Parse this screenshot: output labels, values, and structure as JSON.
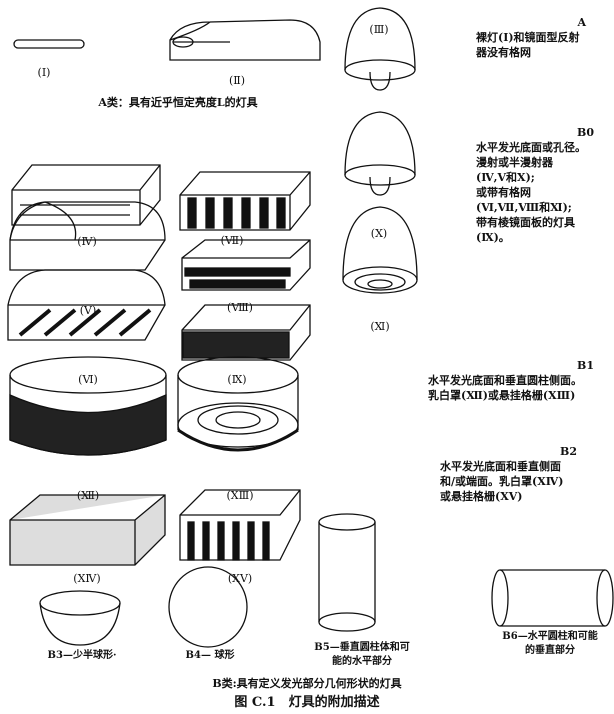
{
  "labels": {
    "I": "(Ⅰ)",
    "II": "(Ⅱ)",
    "III": "(Ⅲ)",
    "IV": "(Ⅳ)",
    "V": "(Ⅴ)",
    "VI": "(Ⅵ)",
    "VII": "(Ⅶ)",
    "VIII": "(Ⅷ)",
    "IX": "(Ⅸ)",
    "X": "(Ⅹ)",
    "XI": "(Ⅺ)",
    "XII": "(Ⅻ)",
    "XIII": "(XⅢ)",
    "XIV": "(XⅣ)",
    "XV": "(XⅤ)"
  },
  "class_a_caption": "A类：具有近乎恒定亮度L的灯具",
  "notes": {
    "A": {
      "code": "A",
      "lines": [
        "裸灯(Ⅰ)和镜面型反射",
        "器没有格网"
      ]
    },
    "B0": {
      "code": "B0",
      "lines": [
        "水平发光底面或孔径。",
        "漫射或半漫射器",
        "(Ⅳ,Ⅴ和Ⅹ);",
        "或带有格网",
        "(Ⅵ,Ⅶ,Ⅷ和Ⅺ);",
        "带有棱镜面板的灯具",
        "(Ⅸ)。"
      ]
    },
    "B1": {
      "code": "B1",
      "lines": [
        "水平发光底面和垂直圆柱侧面。",
        "乳白罩(Ⅻ)或悬挂格栅(XⅢ)"
      ]
    },
    "B2": {
      "code": "B2",
      "lines": [
        "水平发光底面和垂直侧面",
        "和/或端面。乳白罩(XⅣ)",
        "或悬挂格栅(XⅤ)"
      ]
    }
  },
  "shapes": {
    "B3": "B3—少半球形·",
    "B4": "B4— 球形",
    "B5": [
      "B5—垂直圆柱体和可",
      "能的水平部分"
    ],
    "B6": [
      "B6—水平圆柱和可能",
      "的垂直部分"
    ]
  },
  "class_b_caption": "B类:具有定义发光部分几何形状的灯具",
  "figure_title": "图 C.1　灯具的附加描述"
}
